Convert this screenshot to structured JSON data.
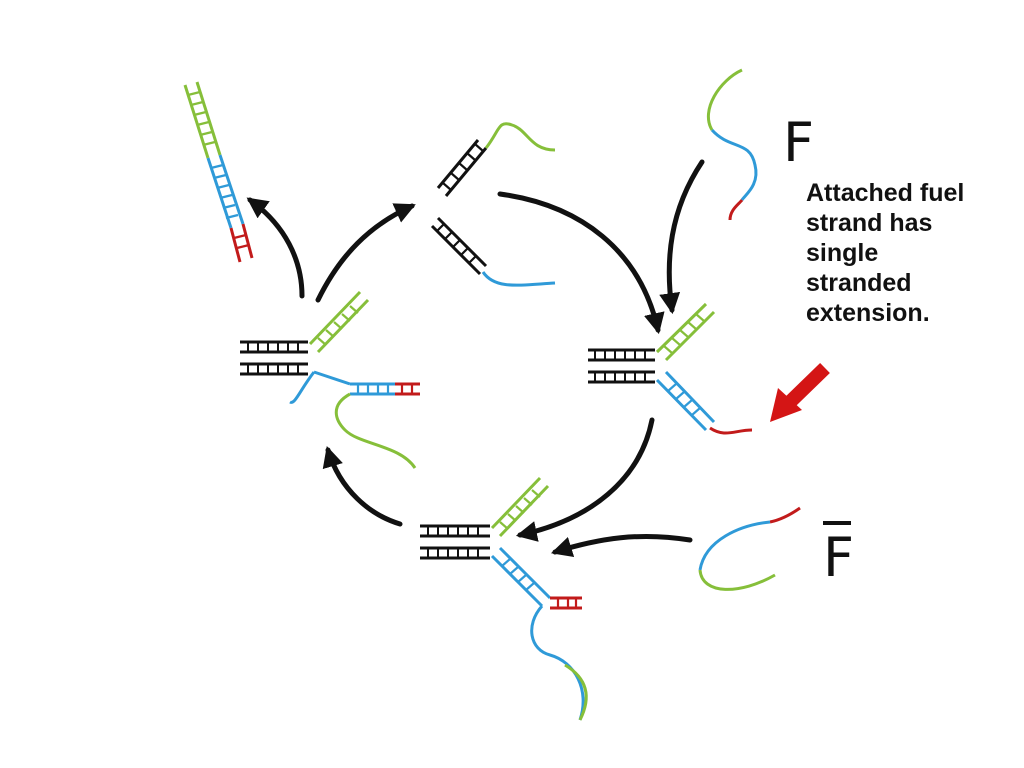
{
  "labels": {
    "fuel": "F",
    "antifuel": "F"
  },
  "annotation": {
    "lines": [
      "Attached fuel",
      "strand has",
      "single",
      "stranded",
      "extension."
    ]
  },
  "colors": {
    "green": "#86bf3a",
    "blue": "#2f9ad8",
    "red": "#c21b1b",
    "black": "#111111",
    "highlight_arrow": "#d41515"
  }
}
